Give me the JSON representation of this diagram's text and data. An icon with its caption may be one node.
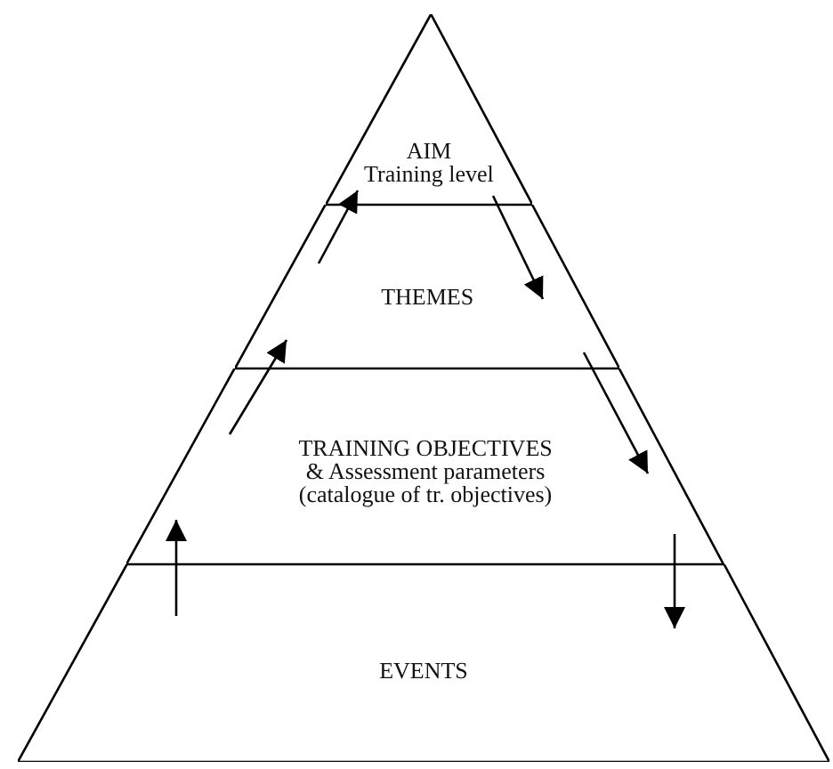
{
  "diagram": {
    "nodes": [
      {
        "text": [
          "AIM",
          "Training level"
        ]
      },
      {
        "text": [
          "THEMES"
        ]
      },
      {
        "text": [
          "TRAINING OBJECTIVES",
          "& Assessment parameters (catalogue of tr. objectives)"
        ]
      },
      {
        "text": [
          "EVENTS"
        ]
      }
    ],
    "edges": [
      {
        "from": 1,
        "to": 0,
        "arrow": "to"
      },
      {
        "from": 0,
        "to": 1,
        "arrow": "to"
      },
      {
        "from": 2,
        "to": 1,
        "arrow": "to"
      },
      {
        "from": 1,
        "to": 2,
        "arrow": "to"
      },
      {
        "from": 3,
        "to": 2,
        "arrow": "to"
      },
      {
        "from": 2,
        "to": 3,
        "arrow": "to"
      }
    ]
  }
}
